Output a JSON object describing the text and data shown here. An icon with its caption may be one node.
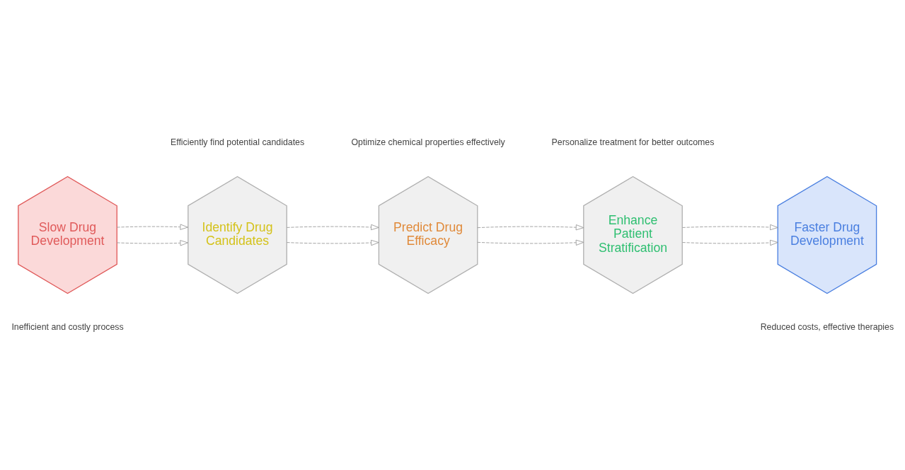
{
  "diagram": {
    "nodes": [
      {
        "text": [
          "Slow Drug Development"
        ],
        "beside": [
          "Inefficient and costly process"
        ]
      },
      {
        "text": [
          "Identify Drug Candidates"
        ],
        "beside": [
          "Efficiently find potential candidates"
        ]
      },
      {
        "text": [
          "Predict Drug Efficacy"
        ],
        "beside": [
          "Optimize chemical properties effectively"
        ]
      },
      {
        "text": [
          "Enhance Patient Stratification"
        ],
        "beside": [
          "Personalize treatment for better outcomes"
        ]
      },
      {
        "text": [
          "Faster Drug Development"
        ],
        "beside": [
          "Reduced costs, effective therapies"
        ]
      }
    ],
    "edges": [
      {
        "from": 0,
        "to": 1,
        "arrow": "to",
        "style": "dashed"
      },
      {
        "from": 1,
        "to": 2,
        "arrow": "to",
        "style": "dashed"
      },
      {
        "from": 2,
        "to": 3,
        "arrow": "to",
        "style": "dashed"
      },
      {
        "from": 3,
        "to": 4,
        "arrow": "to",
        "style": "dashed"
      },
      {
        "from": 0,
        "to": 1,
        "arrow": "to",
        "style": "dashed"
      },
      {
        "from": 1,
        "to": 2,
        "arrow": "to",
        "style": "dashed"
      },
      {
        "from": 2,
        "to": 3,
        "arrow": "to",
        "style": "dashed"
      },
      {
        "from": 3,
        "to": 4,
        "arrow": "to",
        "style": "dashed"
      }
    ]
  }
}
